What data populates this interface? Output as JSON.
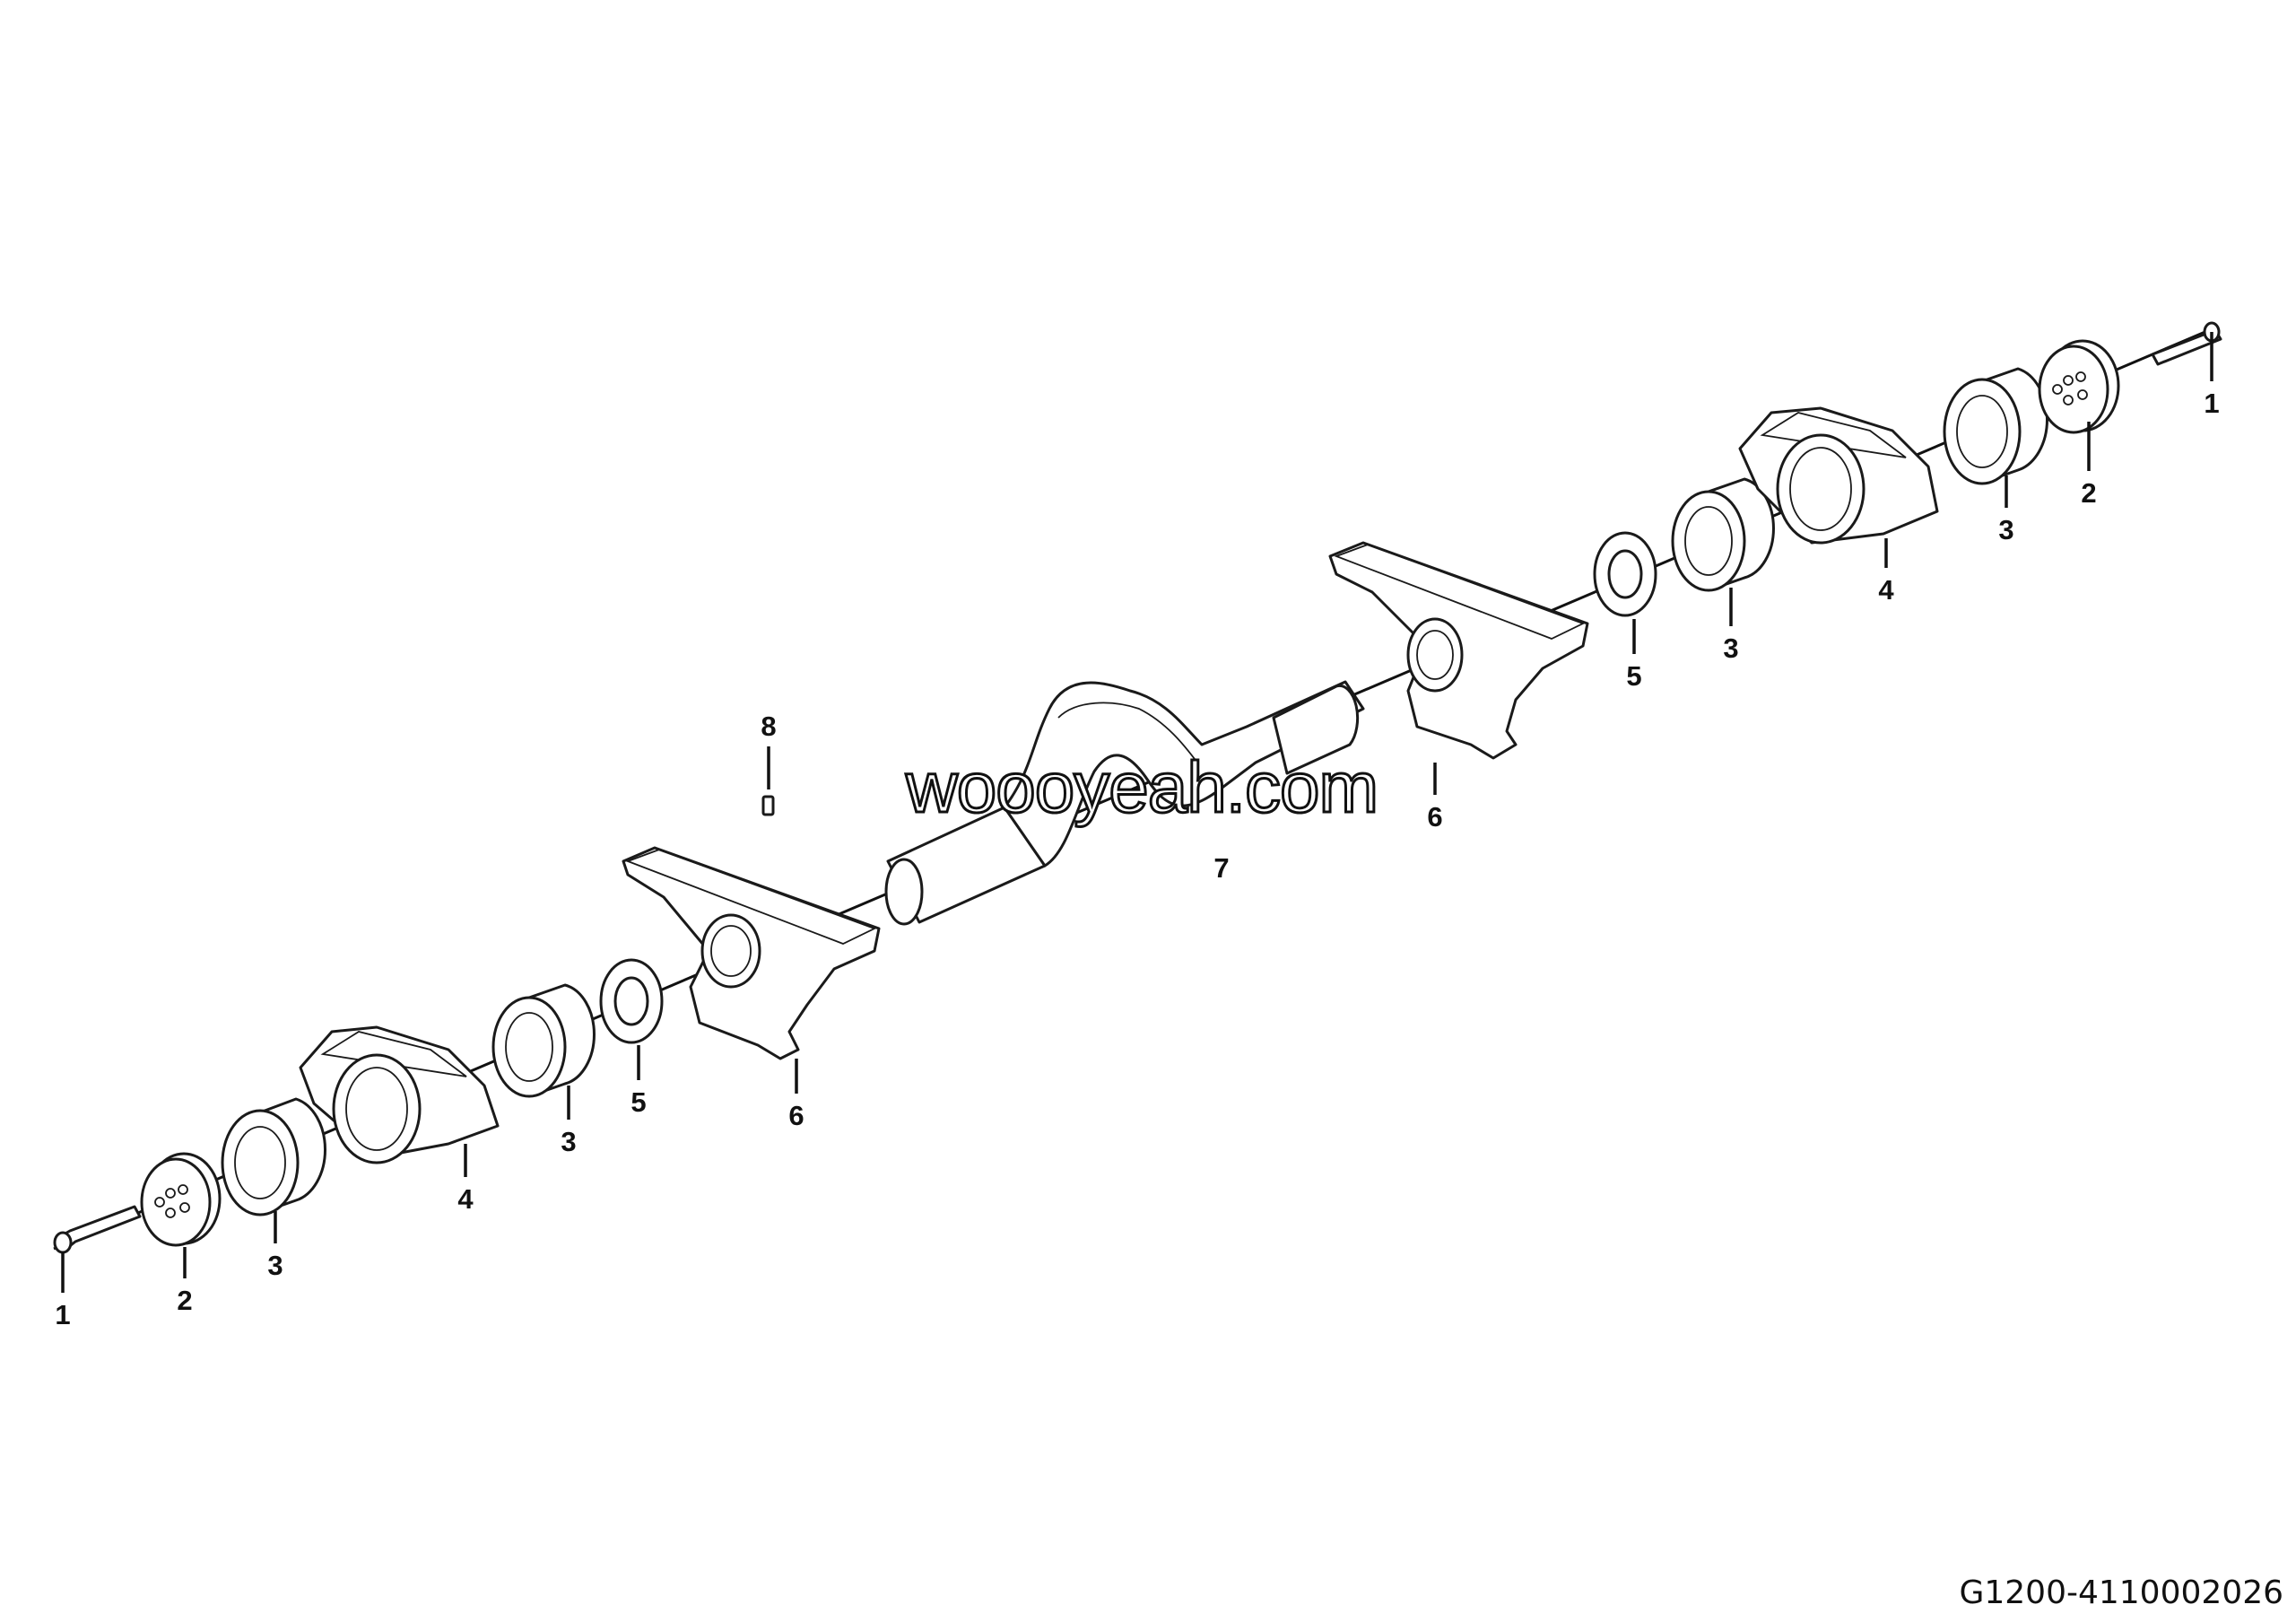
{
  "diagram": {
    "drawing_code": "G1200-4110002026",
    "watermark": "woooyeah.com",
    "callouts": [
      "1",
      "2",
      "3",
      "4",
      "5",
      "6",
      "7",
      "8",
      "6",
      "5",
      "3",
      "4",
      "3",
      "2",
      "1",
      "3"
    ]
  }
}
